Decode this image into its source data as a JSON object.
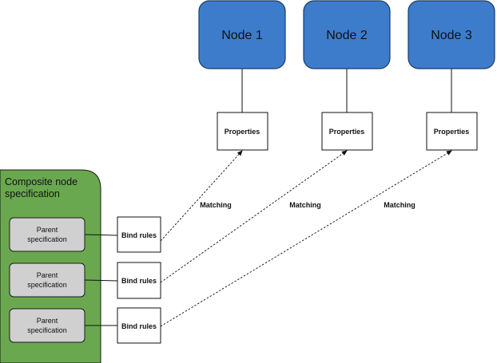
{
  "composite": {
    "title_line1": "Composite node",
    "title_line2": "specification",
    "fill_color": "#6aa84f"
  },
  "parents": [
    {
      "line1": "Parent",
      "line2": "specification"
    },
    {
      "line1": "Parent",
      "line2": "specification"
    },
    {
      "line1": "Parent",
      "line2": "specification"
    }
  ],
  "bind_rules": [
    {
      "label": "Bind rules"
    },
    {
      "label": "Bind rules"
    },
    {
      "label": "Bind rules"
    }
  ],
  "nodes": [
    {
      "label": "Node 1"
    },
    {
      "label": "Node 2"
    },
    {
      "label": "Node 3"
    }
  ],
  "properties": [
    {
      "label": "Properties"
    },
    {
      "label": "Properties"
    },
    {
      "label": "Properties"
    }
  ],
  "matching": [
    {
      "label": "Matching"
    },
    {
      "label": "Matching"
    },
    {
      "label": "Matching"
    }
  ],
  "colors": {
    "node_fill": "#3d7ccb",
    "node_border": "#1f3a66",
    "parent_fill": "#d0d0d0"
  }
}
